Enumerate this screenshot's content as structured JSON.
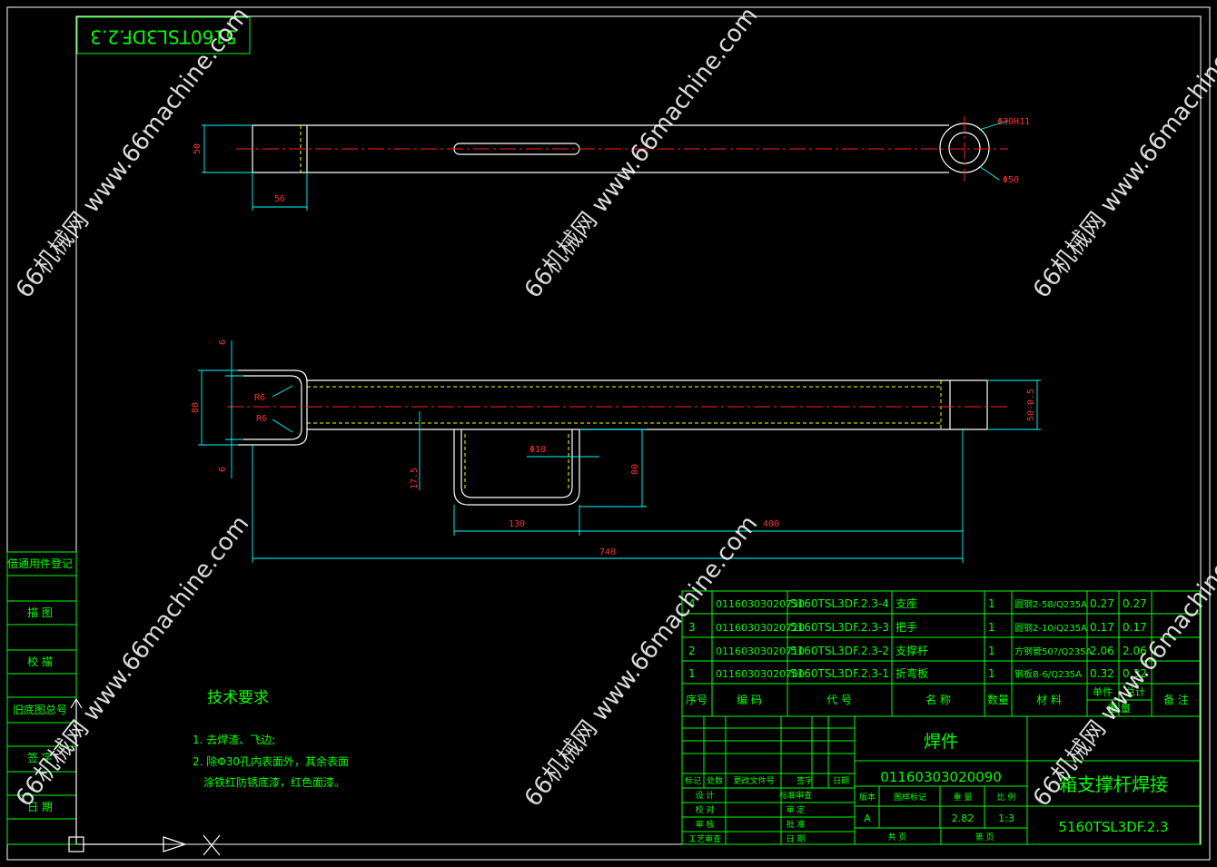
{
  "drawing": {
    "code_tag": "5160TSL3DF.2.3",
    "dimensions": {
      "top_view": {
        "height": "50",
        "end_len": "56",
        "hole_inner": "Φ30H11",
        "hole_outer": "Φ50"
      },
      "front_view": {
        "top_offset": "6",
        "bottom_offset": "6",
        "height": "80",
        "r_upper": "R6",
        "r_lower": "R6",
        "tube_height": "50-0.5",
        "handle_dia": "Φ10",
        "handle_offset": "17.5",
        "handle_height": "80",
        "handle_width": "130",
        "handle_pos": "400",
        "total_len": "740"
      }
    },
    "left_strip": [
      "借通用件登记",
      "描 图",
      "校 描",
      "旧底图总号",
      "签 字",
      "日 期"
    ],
    "tech_req": {
      "title": "技术要求",
      "items": [
        "1. 去焊渣、飞边;",
        "2. 除Φ30孔内表面外，其余表面",
        "涂铁红防锈底漆，红色面漆。"
      ]
    },
    "bom": {
      "rows": [
        {
          "no": "4",
          "code": "01160303020730",
          "drawing_no": "5160TSL3DF.2.3-4",
          "name": "支座",
          "qty": "1",
          "material": "圆钢2-58/Q235A",
          "unit_wt": "0.27",
          "total_wt": "0.27"
        },
        {
          "no": "3",
          "code": "01160303020720",
          "drawing_no": "5160TSL3DF.2.3-3",
          "name": "把手",
          "qty": "1",
          "material": "圆钢2-10/Q235A",
          "unit_wt": "0.17",
          "total_wt": "0.17"
        },
        {
          "no": "2",
          "code": "01160303020710",
          "drawing_no": "5160TSL3DF.2.3-2",
          "name": "支撑杆",
          "qty": "1",
          "material": "方钢管50?/Q235A",
          "unit_wt": "2.06",
          "total_wt": "2.06"
        },
        {
          "no": "1",
          "code": "01160303020700",
          "drawing_no": "5160TSL3DF.2.3-1",
          "name": "折弯板",
          "qty": "1",
          "material": "钢板B-6/Q235A",
          "unit_wt": "0.32",
          "total_wt": "0.32"
        }
      ],
      "headers": {
        "no": "序号",
        "code": "编 码",
        "drawing_no": "代 号",
        "name": "名 称",
        "qty": "数量",
        "material": "材 料",
        "single": "单件",
        "total": "总计",
        "weight": "重 量",
        "remark": "备 注"
      }
    },
    "title_block": {
      "type": "焊件",
      "part_code": "01160303020090",
      "part_name": "箱支撑杆焊接",
      "drawing_no": "5160TSL3DF.2.3",
      "weight": "2.82",
      "scale": "1:3",
      "stage": "A",
      "labels": {
        "mark": "标记",
        "count": "处数",
        "change_doc": "更改文件号",
        "sign": "签字",
        "date": "日期",
        "design": "设 计",
        "std_review": "标准审查",
        "proofread": "校 对",
        "review": "审 定",
        "audit": "审 核",
        "approve": "批 准",
        "process": "工艺审查",
        "date2": "日 期",
        "version": "版本",
        "stage_mark": "图样标记",
        "weight": "重 量",
        "scale": "比 例",
        "total_pages": "共 页",
        "page_no": "第 页"
      }
    },
    "watermark": "66机械网 www.66machine.com"
  }
}
